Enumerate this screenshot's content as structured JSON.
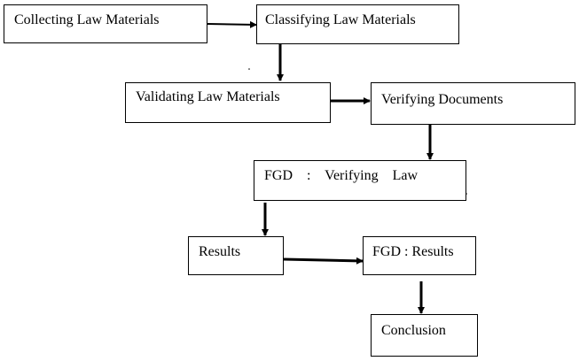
{
  "nodes": {
    "collecting": "Collecting Law Materials",
    "classifying": "Classifying Law Materials",
    "validating": "Validating Law Materials",
    "verifying_documents": "Verifying Documents",
    "fgd_verifying_law": "FGD    :    Verifying    Law",
    "results": "Results",
    "fgd_results": "FGD : Results",
    "conclusion": "Conclusion"
  },
  "colors": {
    "line": "#000000",
    "background": "#ffffff"
  }
}
